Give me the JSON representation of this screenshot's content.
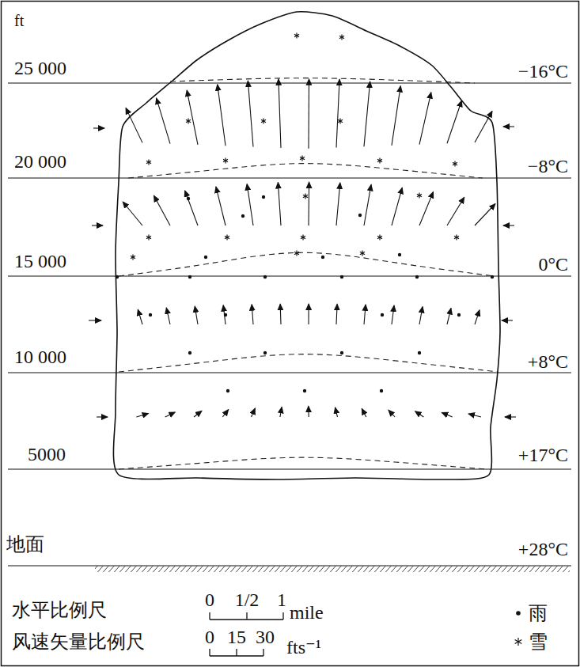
{
  "diagram": {
    "labels": [
      "ft",
      "25 000",
      "−16°C",
      "20 000",
      "−8°C",
      "15 000",
      "0°C",
      "10 000",
      "+8°C",
      "5000",
      "+17°C",
      "地面",
      "+28°C",
      "水平比例尺",
      "0",
      "1/2",
      "1",
      "mile",
      "风速矢量比例尺",
      "0",
      "15",
      "30",
      "fts⁻¹"
    ],
    "legend": [
      {
        "text": "雨"
      },
      {
        "text": "雪"
      }
    ]
  }
}
